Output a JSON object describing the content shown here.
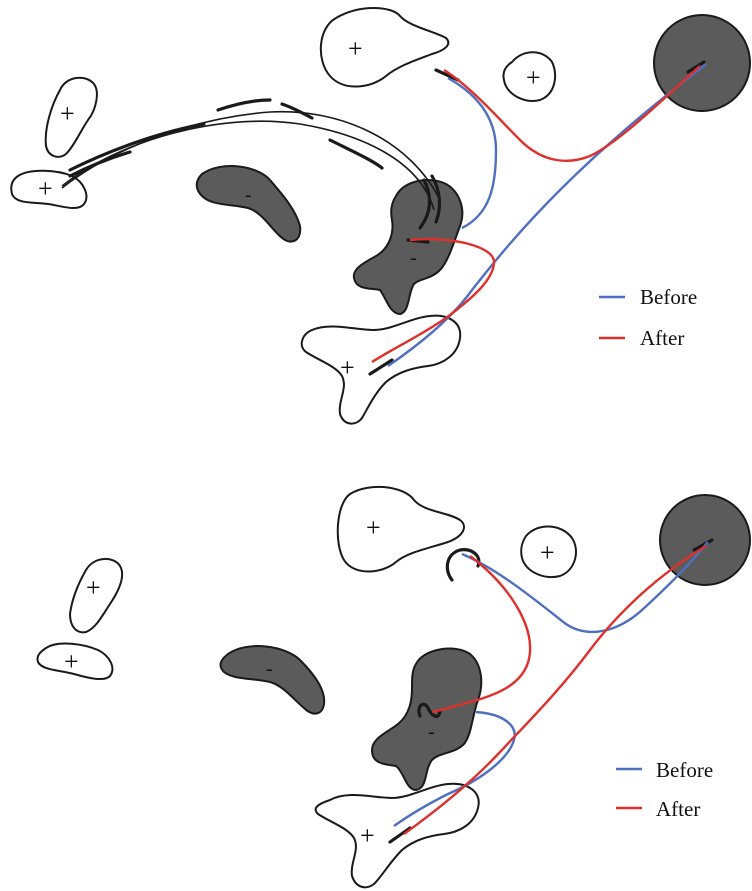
{
  "legend_top": {
    "before": "Before",
    "after": "After"
  },
  "legend_bottom": {
    "before": "Before",
    "after": "After"
  },
  "colors": {
    "before": "#4f6fc1",
    "after": "#e0302c",
    "negative_fill": "#5b5b5b",
    "outline": "#1a1a1a"
  },
  "signs": {
    "positive": "+",
    "negative": "-"
  }
}
